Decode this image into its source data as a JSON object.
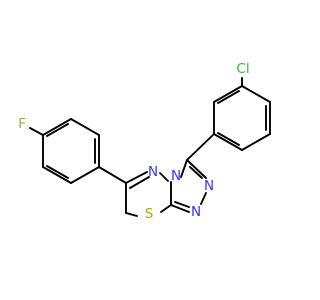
{
  "colors": {
    "carbon": "#000000",
    "nitrogen": "#3333ff",
    "sulfur": "#b5a000",
    "fluorine": "#8fb83a",
    "chlorine": "#2fbf2f"
  },
  "atoms": {
    "cl": "Cl",
    "f": "F",
    "n_ring_1": "N",
    "n_ring_2": "N",
    "n_ring_3": "N",
    "n_ring_4": "N",
    "s": "S"
  }
}
